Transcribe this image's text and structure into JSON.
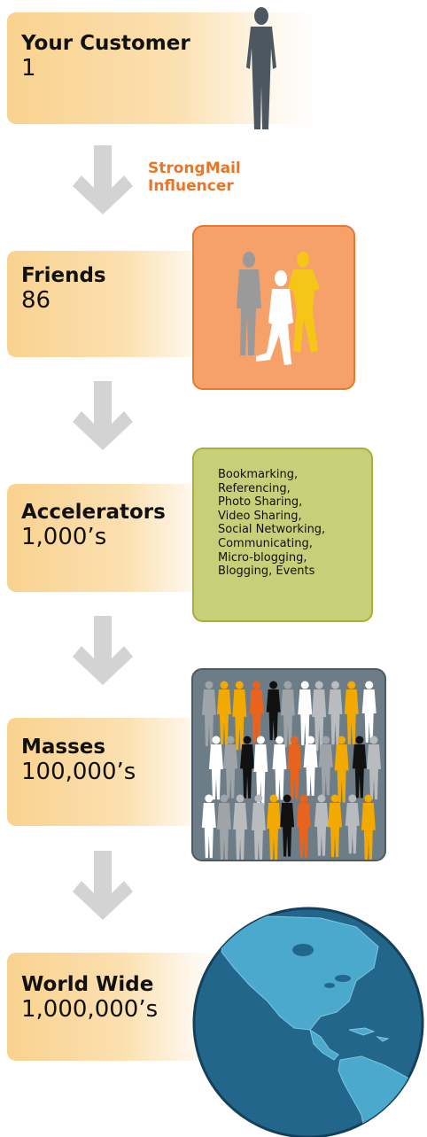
{
  "stages": [
    {
      "title": "Your Customer",
      "count": "1"
    },
    {
      "title": "Friends",
      "count": "86"
    },
    {
      "title": "Accelerators",
      "count": "1,000’s"
    },
    {
      "title": "Masses",
      "count": "100,000’s"
    },
    {
      "title": "World Wide",
      "count": "1,000,000’s"
    }
  ],
  "influencer_label": [
    "StrongMail",
    "Influencer"
  ],
  "accelerator_channels": [
    "Bookmarking,",
    "Referencing,",
    "Photo Sharing,",
    "Video Sharing,",
    "Social Networking,",
    "Communicating,",
    "Micro-blogging,",
    "Blogging, Events"
  ],
  "colors": {
    "band": "#fbd89f",
    "arrow": "#d3d3d3",
    "influencer": "#ee7422",
    "friends_panel": "#f6a06a",
    "friends_border": "#e8782d",
    "accelerator_panel": "#c9cf78",
    "accelerator_border": "#a5b03a",
    "masses_panel": "#6d7d87",
    "globe_ocean": "#22678b",
    "globe_land": "#4aa9cc"
  },
  "icons": [
    "person-silhouette-icon",
    "friends-group-icon",
    "crowd-icon",
    "globe-icon",
    "down-arrow-icon"
  ]
}
